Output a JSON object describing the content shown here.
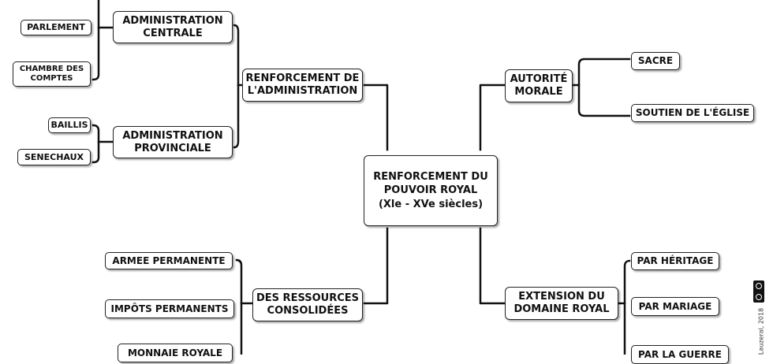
{
  "center": {
    "line1": "RENFORCEMENT DU",
    "line2": "POUVOIR ROYAL",
    "line3": "(Xle - XVe siècles)"
  },
  "branches": {
    "administration": {
      "label_line1": "RENFORCEMENT DE",
      "label_line2": "L'ADMINISTRATION",
      "centrale": {
        "line1": "ADMINISTRATION",
        "line2": "CENTRALE",
        "items": [
          "PARLEMENT",
          "CHAMBRE DES COMPTES"
        ]
      },
      "provinciale": {
        "line1": "ADMINISTRATION",
        "line2": "PROVINCIALE",
        "items": [
          "BAILLIS",
          "SENECHAUX"
        ]
      }
    },
    "ressources": {
      "label_line1": "DES RESSOURCES",
      "label_line2": "CONSOLIDÉES",
      "items": [
        "ARMEE PERMANENTE",
        "IMPÔTS PERMANENTS",
        "MONNAIE ROYALE"
      ]
    },
    "autorite": {
      "label_line1": "AUTORITÉ",
      "label_line2": "MORALE",
      "items": [
        "SACRE",
        "SOUTIEN DE L'ÉGLISE"
      ]
    },
    "extension": {
      "label_line1": "EXTENSION DU",
      "label_line2": "DOMAINE ROYAL",
      "items": [
        "PAR HÉRITAGE",
        "PAR MARIAGE",
        "PAR LA GUERRE"
      ]
    }
  },
  "credit": {
    "text": "Lauzeral, 2018"
  }
}
